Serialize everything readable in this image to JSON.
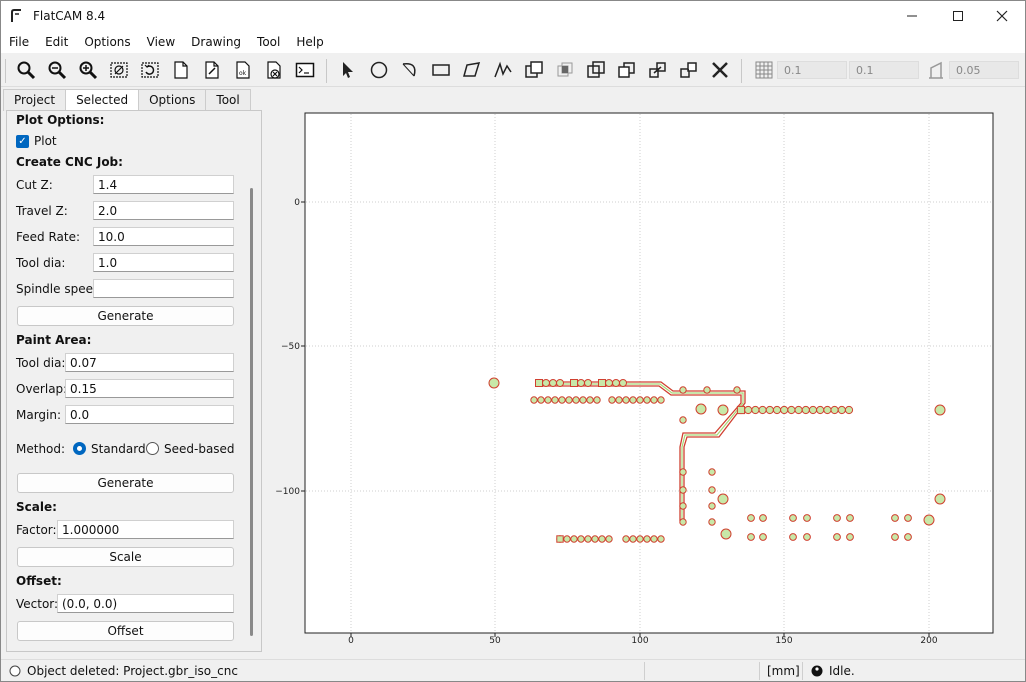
{
  "window": {
    "title": "FlatCAM 8.4"
  },
  "menu": [
    "File",
    "Edit",
    "Options",
    "View",
    "Drawing",
    "Tool",
    "Help"
  ],
  "toolbar": {
    "grid_x": "0.1",
    "grid_y": "0.1",
    "snap_max": "0.05"
  },
  "tabs": [
    "Project",
    "Selected",
    "Options",
    "Tool"
  ],
  "selected": {
    "plot_options_heading": "Plot Options:",
    "plot_label": "Plot",
    "plot_checked": true,
    "cnc_heading": "Create CNC Job:",
    "cut_z_label": "Cut Z:",
    "cut_z": "1.4",
    "travel_z_label": "Travel Z:",
    "travel_z": "2.0",
    "feed_rate_label": "Feed Rate:",
    "feed_rate": "10.0",
    "tool_dia_label": "Tool dia:",
    "tool_dia": "1.0",
    "spindle_label": "Spindle speed:",
    "spindle": "",
    "generate_label": "Generate",
    "paint_heading": "Paint Area:",
    "paint_tool_dia_label": "Tool dia:",
    "paint_tool_dia": "0.07",
    "overlap_label": "Overlap:",
    "overlap": "0.15",
    "margin_label": "Margin:",
    "margin": "0.0",
    "method_label": "Method:",
    "method_standard": "Standard",
    "method_seed": "Seed-based",
    "method_selected": "Standard",
    "paint_generate_label": "Generate",
    "scale_heading": "Scale:",
    "factor_label": "Factor:",
    "factor": "1.000000",
    "scale_button": "Scale",
    "offset_heading": "Offset:",
    "vector_label": "Vector:",
    "vector": "(0.0, 0.0)",
    "offset_button": "Offset"
  },
  "plot": {
    "x_ticks": [
      "0",
      "50",
      "100",
      "150",
      "200"
    ],
    "y_ticks": [
      "0",
      "−50",
      "−100"
    ]
  },
  "status": {
    "message": "Object deleted: Project.gbr_iso_cnc",
    "units": "[mm]",
    "state": "Idle."
  },
  "colors": {
    "accent": "#0067c0",
    "trace": "#c0392b",
    "pad_fill": "#a8d878"
  }
}
